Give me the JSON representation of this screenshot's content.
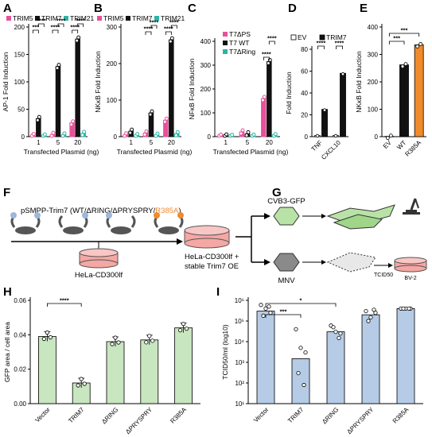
{
  "panels": {
    "A": "A",
    "B": "B",
    "C": "C",
    "D": "D",
    "E": "E",
    "F": "F",
    "G": "G",
    "H": "H",
    "I": "I"
  },
  "colors": {
    "trim5": "#e8509a",
    "trim7": "#111111",
    "trim21": "#2ab5a6",
    "green": "#c8e6bf",
    "blue": "#b5cbe6",
    "orange": "#f08a2a",
    "dish": "#f4a7a4"
  },
  "diagram_f": {
    "construct_prefix": "pSMPP-Trim7 (WT/ΔRING/ΔPRYSPRY/",
    "construct_mut": "R385A",
    "construct_suffix": ")",
    "cell_line": "HeLa-CD300lf",
    "result_line1": "HeLa-CD300lf +",
    "result_line2": "stable Trim7 OE"
  },
  "diagram_g": {
    "virus1": "CVB3-GFP",
    "virus2": "MNV",
    "assay": "TCID50",
    "cells2": "BV-2"
  },
  "chart_data": [
    {
      "id": "A",
      "type": "bar",
      "ylabel": "AP-1 Fold Induction",
      "xlabel": "Transfected Plasmid (ng)",
      "categories": [
        "1",
        "5",
        "20"
      ],
      "ylim": [
        0,
        200
      ],
      "yticks": [
        0,
        50,
        100,
        150,
        200
      ],
      "series": [
        {
          "name": "TRIM5",
          "values": [
            2,
            4,
            25
          ]
        },
        {
          "name": "TRIM7",
          "values": [
            33,
            128,
            178
          ]
        },
        {
          "name": "TRIM21",
          "values": [
            1,
            3,
            6
          ]
        }
      ],
      "significance": [
        "***",
        "****",
        "****",
        "****",
        "****",
        "****"
      ]
    },
    {
      "id": "B",
      "type": "bar",
      "ylabel": "NKκB Fold Induction",
      "xlabel": "Transfected Plasmid (ng)",
      "categories": [
        "1",
        "5",
        "20"
      ],
      "ylim": [
        0,
        300
      ],
      "yticks": [
        0,
        100,
        200,
        300
      ],
      "series": [
        {
          "name": "TRIM5",
          "values": [
            5,
            10,
            45
          ]
        },
        {
          "name": "TRIM7",
          "values": [
            15,
            65,
            265
          ]
        },
        {
          "name": "TRIM21",
          "values": [
            3,
            4,
            8
          ]
        }
      ],
      "significance": [
        "****",
        "****",
        "****",
        "****"
      ]
    },
    {
      "id": "C",
      "type": "bar",
      "ylabel": "NFκB Fold Induction",
      "xlabel": "Transfected Plasmid (ng)",
      "categories": [
        "1",
        "5",
        "20"
      ],
      "ylim": [
        0,
        400
      ],
      "yticks": [
        0,
        100,
        200,
        300,
        400
      ],
      "series": [
        {
          "name": "T7ΔPS",
          "values": [
            2,
            20,
            160
          ]
        },
        {
          "name": "T7 WT",
          "values": [
            3,
            12,
            315
          ]
        },
        {
          "name": "T7ΔRing",
          "values": [
            1,
            2,
            4
          ]
        }
      ],
      "significance": [
        "****",
        "****"
      ]
    },
    {
      "id": "D",
      "type": "bar",
      "ylabel": "Fold Induction",
      "xlabel": "",
      "categories": [
        "TNF",
        "CXCL10"
      ],
      "ylim": [
        0,
        80
      ],
      "yticks": [
        0,
        20,
        40,
        60,
        80
      ],
      "series": [
        {
          "name": "EV",
          "values": [
            1,
            1
          ]
        },
        {
          "name": "TRIM7",
          "values": [
            25,
            58
          ]
        }
      ],
      "significance": [
        "****",
        "****"
      ]
    },
    {
      "id": "E",
      "type": "bar",
      "ylabel": "NKκB Fold Induction",
      "xlabel": "",
      "categories": [
        "EV",
        "WT",
        "R385A"
      ],
      "ylim": [
        0,
        400
      ],
      "yticks": [
        0,
        100,
        200,
        300,
        400
      ],
      "values": [
        1,
        262,
        335
      ],
      "significance": [
        "***",
        "***"
      ]
    },
    {
      "id": "H",
      "type": "bar",
      "ylabel": "GFP area / cell area",
      "xlabel": "",
      "categories": [
        "Vector",
        "TRIM7",
        "ΔRING",
        "ΔPRYSPRY",
        "R385A"
      ],
      "ylim": [
        0,
        0.06
      ],
      "yticks": [
        0.0,
        0.02,
        0.04,
        0.06
      ],
      "yticklabels": [
        "0.00",
        "0.02",
        "0.04",
        "0.06"
      ],
      "values": [
        0.039,
        0.012,
        0.036,
        0.037,
        0.044
      ],
      "significance": [
        "****"
      ]
    },
    {
      "id": "I",
      "type": "bar",
      "yscale": "log",
      "ylabel": "TCID50/ml (log10)",
      "xlabel": "",
      "categories": [
        "Vector",
        "TRIM7",
        "ΔRING",
        "ΔPRYSPRY",
        "R385A"
      ],
      "ylim": [
        10,
        1000000
      ],
      "yticklabels": [
        "10¹",
        "10²",
        "10³",
        "10⁴",
        "10⁵",
        "10⁶"
      ],
      "values": [
        300000,
        1500,
        30000,
        200000,
        400000
      ],
      "significance": [
        "***",
        "*"
      ]
    }
  ]
}
